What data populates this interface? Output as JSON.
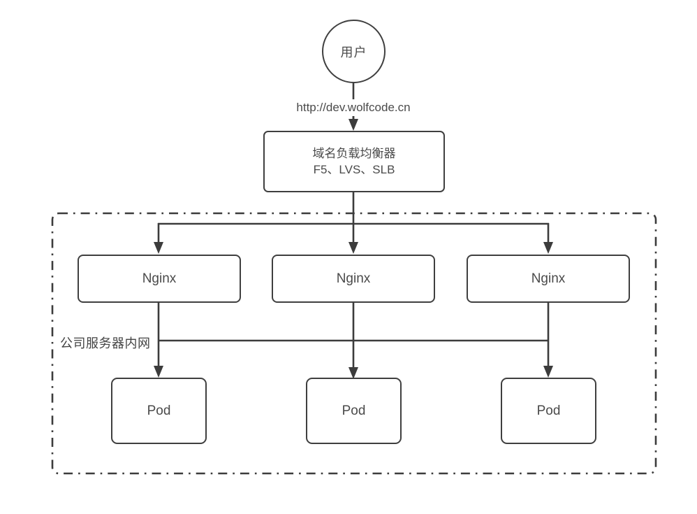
{
  "diagram": {
    "title_hint": "Kubernetes ingress traffic flow diagram",
    "user_node": {
      "label": "用户"
    },
    "request_url": "http://dev.wolfcode.cn",
    "load_balancer": {
      "line1": "域名负载均衡器",
      "line2": "F5、LVS、SLB"
    },
    "intranet_boundary": {
      "label": "公司服务器内网"
    },
    "nginx_nodes": [
      {
        "label": "Nginx"
      },
      {
        "label": "Nginx"
      },
      {
        "label": "Nginx"
      }
    ],
    "pod_nodes": [
      {
        "label": "Pod"
      },
      {
        "label": "Pod"
      },
      {
        "label": "Pod"
      }
    ],
    "edges": [
      "user -> load_balancer (labeled with request_url)",
      "load_balancer -> nginx_1",
      "load_balancer -> nginx_2",
      "load_balancer -> nginx_3",
      "nginx_1 -> pod_1",
      "nginx_2 -> pod_2",
      "nginx_3 -> pod_3",
      "shared bus line connecting all nginx-to-pod links"
    ],
    "colors": {
      "background": "#ffffff",
      "stroke": "#3f3f3f",
      "text": "#4a4a4a"
    }
  }
}
